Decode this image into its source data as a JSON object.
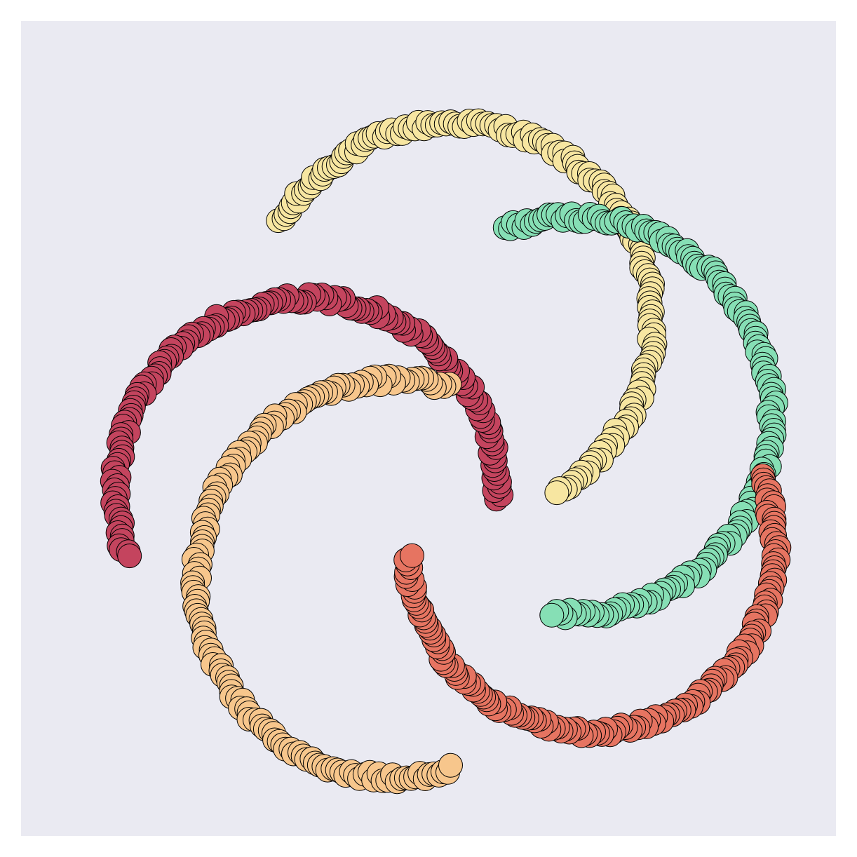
{
  "chart_data": {
    "type": "scatter",
    "title": "",
    "xlabel": "",
    "ylabel": "",
    "xlim": [
      -1.6,
      1.6
    ],
    "ylim": [
      -1.6,
      1.6
    ],
    "grid": false,
    "axes_visible": false,
    "background_color": "#eaeaf2",
    "marker_edge_color": "#000000",
    "series": [
      {
        "color": "#e8c0b0",
        "colors": "rgba(0,0,0,0)",
        "x": [],
        "y": []
      }
    ]
  }
}
